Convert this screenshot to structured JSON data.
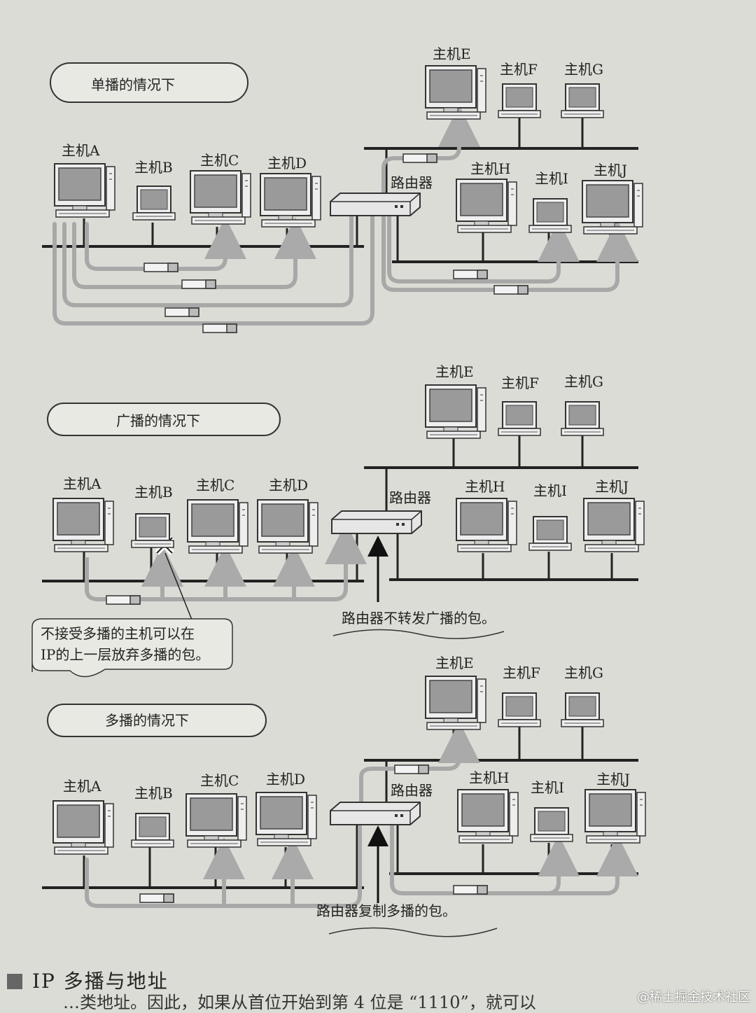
{
  "panels": [
    {
      "title": "单播的情况下",
      "hosts_left": [
        "主机A",
        "主机B",
        "主机C",
        "主机D"
      ],
      "hosts_right_top": [
        "主机E",
        "主机F",
        "主机G"
      ],
      "hosts_right_bottom": [
        "主机H",
        "主机I",
        "主机J"
      ],
      "router": "路由器"
    },
    {
      "title": "广播的情况下",
      "hosts_left": [
        "主机A",
        "主机B",
        "主机C",
        "主机D"
      ],
      "hosts_right_top": [
        "主机E",
        "主机F",
        "主机G"
      ],
      "hosts_right_bottom": [
        "主机H",
        "主机I",
        "主机J"
      ],
      "router": "路由器",
      "callout_router": "路由器不转发广播的包。",
      "callout_host_line1": "不接受多播的主机可以在",
      "callout_host_line2": "IP的上一层放弃多播的包。"
    },
    {
      "title": "多播的情况下",
      "hosts_left": [
        "主机A",
        "主机B",
        "主机C",
        "主机D"
      ],
      "hosts_right_top": [
        "主机E",
        "主机F",
        "主机G"
      ],
      "hosts_right_bottom": [
        "主机H",
        "主机I",
        "主机J"
      ],
      "router": "路由器",
      "callout_router": "路由器复制多播的包。"
    }
  ],
  "section_heading": "IP 多播与地址",
  "body_text": "…类地址。因此，如果从首位开始到第 4 位是 “1110”，就可以",
  "watermark": "@稀土掘金技术社区"
}
